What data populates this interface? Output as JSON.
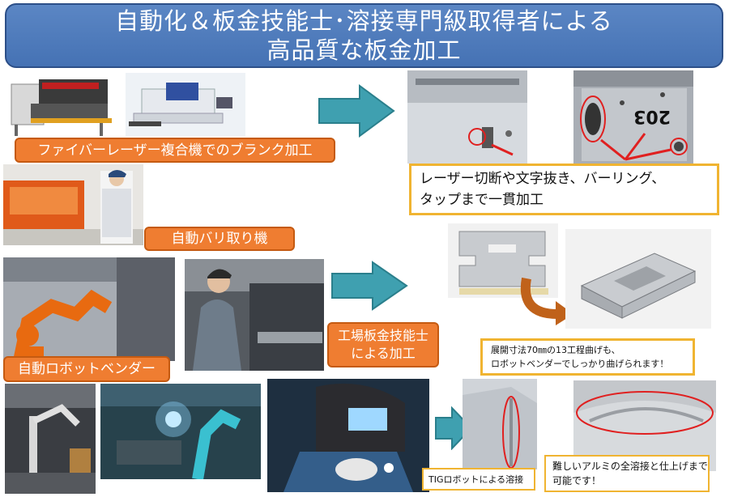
{
  "title": {
    "line1": "自動化＆板金技能士･溶接専門級取得者による",
    "line2": "高品質な板金加工"
  },
  "labels": {
    "fiber_laser": "ファイバーレーザー複合機でのブランク加工",
    "deburr": "自動バリ取り機",
    "robot_bender": "自動ロボットベンダー",
    "craftsman_line1": "工場板金技能士",
    "craftsman_line2": "による加工"
  },
  "notes": {
    "laser_line1": "レーザー切断や文字抜き、バーリング、",
    "laser_line2": "タップまで一貫加工",
    "bend_line1": "展開寸法70㎜の13工程曲げも、",
    "bend_line2": "ロボットベンダーでしっかり曲げられます！",
    "tig": "TIGロボットによる溶接",
    "weld_line1": "難しいアルミの全溶接と仕上げまで",
    "weld_line2": "可能です！"
  },
  "engraving": "203",
  "colors": {
    "banner": "#4f7cbf",
    "label_orange": "#ef7d31",
    "note_border": "#f0b431",
    "arrow_teal": "#3fa0b0",
    "highlight_red": "#e02020"
  }
}
